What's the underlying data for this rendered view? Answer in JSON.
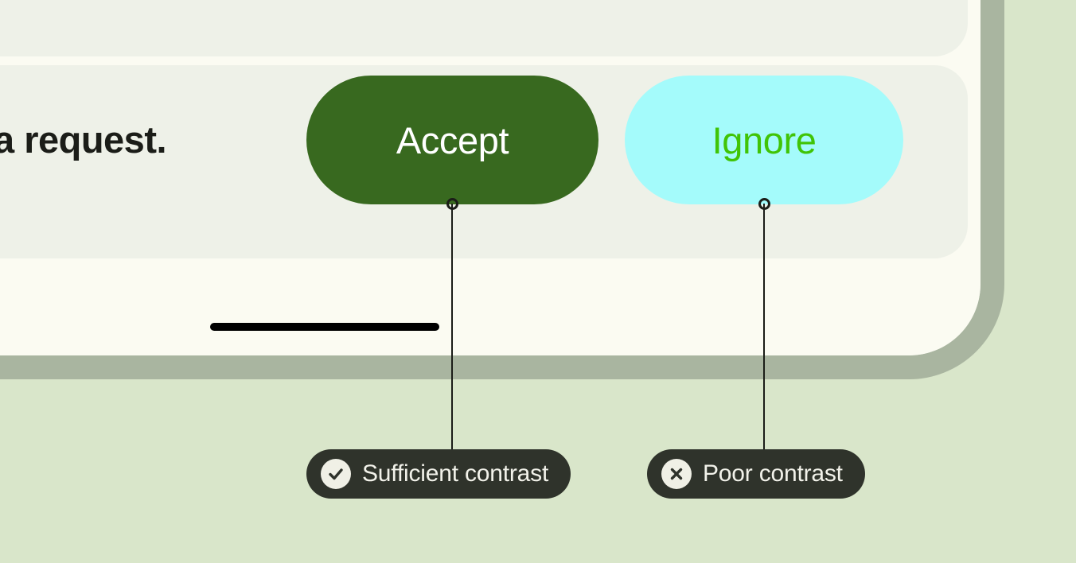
{
  "page": {
    "background_color": "#d9e6ca",
    "frame_border_color": "#a9b5a0",
    "screen_color": "#fbfbf2",
    "card_color": "#eef1e8"
  },
  "screen": {
    "prompt_fragment": "a request.",
    "buttons": [
      {
        "name": "accept",
        "label": "Accept",
        "background_color": "#38691f",
        "text_color": "#ffffff"
      },
      {
        "name": "ignore",
        "label": "Ignore",
        "background_color": "#a4fbfb",
        "text_color": "#40c406"
      }
    ],
    "home_indicator_color": "#000000"
  },
  "annotations": [
    {
      "name": "sufficient-contrast",
      "label": "Sufficient contrast",
      "icon": "check-circle-icon",
      "pill_color": "#2f332b",
      "text_color": "#f2f2ea",
      "icon_background_color": "#f0f0e6",
      "target": "accept"
    },
    {
      "name": "poor-contrast",
      "label": "Poor contrast",
      "icon": "x-circle-icon",
      "pill_color": "#2f332b",
      "text_color": "#f2f2ea",
      "icon_background_color": "#f0f0e6",
      "target": "ignore"
    }
  ]
}
